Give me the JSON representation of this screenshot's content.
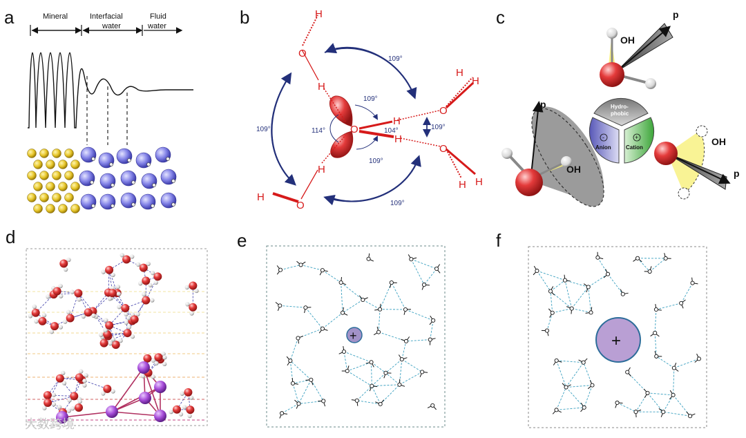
{
  "panels": {
    "a": {
      "label": "a",
      "regions": [
        "Mineral",
        "Interfacial",
        "water",
        "Fluid",
        "water"
      ]
    },
    "b": {
      "label": "b",
      "atoms": {
        "O": "O",
        "H": "H"
      },
      "angles": [
        "109°",
        "109°",
        "109°",
        "114°",
        "104°",
        "109°",
        "109°",
        "109°"
      ]
    },
    "c": {
      "label": "c",
      "vector": "p",
      "oh": "OH",
      "segments": {
        "hydro1": "Hydro-",
        "hydro2": "phobic",
        "anion": "Anion",
        "cation": "Cation",
        "minus": "-",
        "plus": "+"
      }
    },
    "d": {
      "label": "d"
    },
    "e": {
      "label": "e",
      "ion": "+"
    },
    "f": {
      "label": "f",
      "ion": "+"
    }
  },
  "watermark": "大数跨境"
}
